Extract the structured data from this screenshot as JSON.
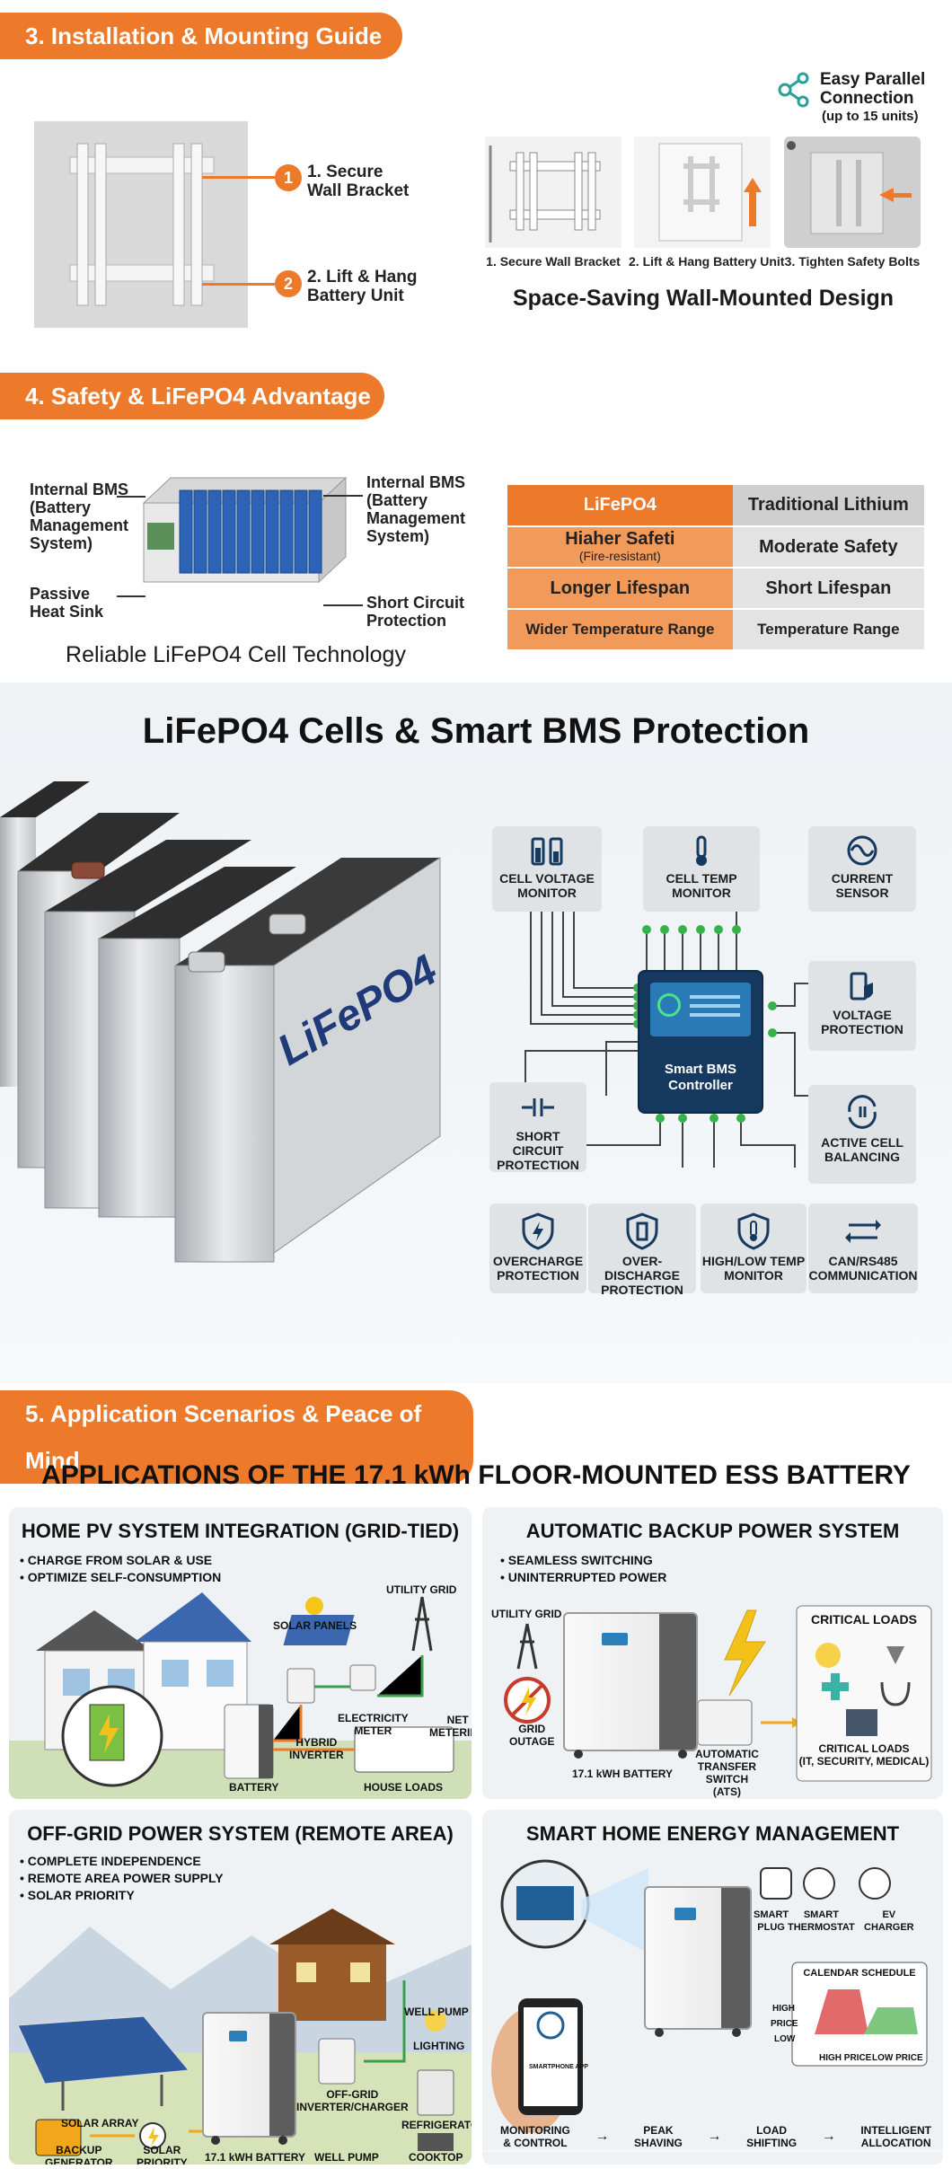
{
  "section3": {
    "title": "3. Installation & Mounting Guide",
    "step1_num": "1",
    "step1_label": "1. Secure\nWall Bracket",
    "step2_num": "2",
    "step2_label": "2. Lift & Hang\nBattery Unit",
    "parallel_label": "Easy Parallel\nConnection",
    "parallel_note": "(up to 15 units)",
    "thumbs": [
      "1. Secure Wall Bracket",
      "2. Lift & Hang Battery Unit",
      "3. Tighten Safety Bolts"
    ],
    "design_caption": "Space-Saving Wall-Mounted Design"
  },
  "section4": {
    "title": "4. Safety & LiFePO4 Advantage",
    "callout_left_top": "Internal BMS\n(Battery\nManagement\nSystem)",
    "callout_left_bottom": "Passive\nHeat Sink",
    "callout_right_top": "Internal BMS\n(Battery\nManagement\nSystem)",
    "callout_right_bottom": "Short Circuit\nProtection",
    "caption": "Reliable LiFePO4 Cell Technology",
    "compare": [
      {
        "left": "LiFePO4",
        "right": "Traditional Lithium"
      },
      {
        "left": "Hiaher Safeti",
        "left_sub": "(Fire-resistant)",
        "right": "Moderate Safety"
      },
      {
        "left": "Longer Lifespan",
        "right": "Short Lifespan"
      },
      {
        "left": "Wider Temperature Range",
        "right": "Temperature Range"
      }
    ]
  },
  "bms": {
    "title": "LiFePO4 Cells & Smart BMS Protection",
    "cell_text": "LiFePO4",
    "controller": "Smart BMS\nController",
    "boxes": {
      "cell_voltage": "CELL VOLTAGE\nMONITOR",
      "cell_temp": "CELL TEMP\nMONITOR",
      "current": "CURRENT\nSENSOR",
      "voltage_prot": "VOLTAGE\nPROTECTION",
      "short_circuit": "SHORT CIRCUIT\nPROTECTION",
      "active_bal": "ACTIVE CELL\nBALANCING",
      "overcharge": "OVERCHARGE\nPROTECTION",
      "overdischarge": "OVER-DISCHARGE\nPROTECTION",
      "hilo_temp": "HIGH/LOW TEMP\nMONITOR",
      "can": "CAN/RS485\nCOMMUNICATION"
    },
    "colors": {
      "controller": "#163a5f",
      "node": "#35b34a"
    }
  },
  "section5": {
    "title": "5. Application Scenarios & Peace of Mind",
    "heading": "APPLICATIONS OF THE 17.1 kWh FLOOR-MOUNTED ESS BATTERY",
    "p1": {
      "title": "HOME PV SYSTEM INTEGRATION (GRID-TIED)",
      "bullets": "• CHARGE FROM SOLAR & USE\n• OPTIMIZE SELF-CONSUMPTION",
      "solar": "SOLAR PANELS",
      "utility": "UTILITY GRID",
      "meter": "ELECTRICITY\nMETER",
      "net": "NET\nMETERING",
      "inverter": "HYBRID\nINVERTER",
      "battery": "BATTERY",
      "loads": "HOUSE LOADS"
    },
    "p2": {
      "title": "AUTOMATIC BACKUP POWER SYSTEM",
      "bullets": "• SEAMLESS SWITCHING\n• UNINTERRUPTED POWER",
      "utility": "UTILITY GRID",
      "outage": "GRID\nOUTAGE",
      "battery": "17.1 kWH BATTERY",
      "ats": "AUTOMATIC\nTRANSFER\nSWITCH\n(ATS)",
      "critical_head": "CRITICAL LOADS",
      "critical_label": "CRITICAL LOADS\n(IT, SECURITY, MEDICAL)"
    },
    "p3": {
      "title": "OFF-GRID POWER SYSTEM (REMOTE AREA)",
      "bullets": "• COMPLETE INDEPENDENCE\n• REMOTE AREA POWER SUPPLY\n• SOLAR PRIORITY",
      "array": "SOLAR ARRAY",
      "pump_top": "WELL PUMP",
      "lighting": "LIGHTING",
      "inverter": "OFF-GRID\nINVERTER/CHARGER",
      "fridge": "REFRIGERATOR",
      "cooktop": "COOKTOP",
      "pump_bottom": "WELL PUMP",
      "battery": "17.1 kWH BATTERY",
      "priority": "SOLAR\nPRIORITY",
      "generator": "BACKUP\nGENERATOR"
    },
    "p4": {
      "title": "SMART HOME ENERGY MANAGEMENT",
      "plug": "SMART\nPLUG",
      "thermostat": "SMART\nTHERMOSTAT",
      "ev": "EV\nCHARGER",
      "schedule": "CALENDAR SCHEDULE",
      "high": "HIGH",
      "price": "PRICE",
      "low": "LOW",
      "high_price": "HIGH PRICE",
      "low_price": "LOW PRICE",
      "app": "SMARTPHONE APP",
      "flow": [
        "MONITORING\n& CONTROL",
        "PEAK\nSHAVING",
        "LOAD\nSHIFTING",
        "INTELLIGENT\nALLOCATION"
      ]
    }
  }
}
